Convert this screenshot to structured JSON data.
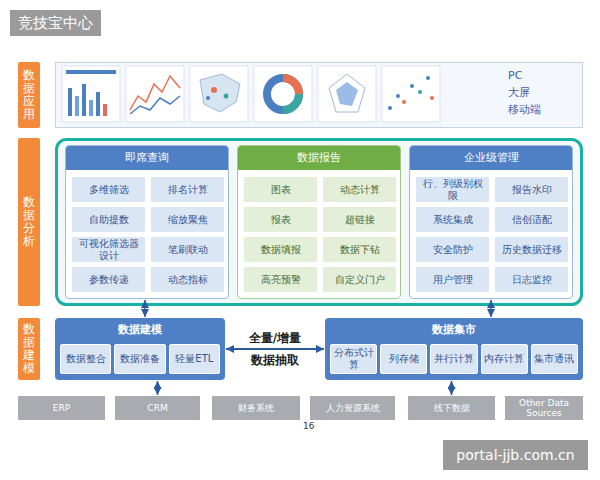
{
  "diagram": {
    "nodes": [
      {
        "text": [
          "数据应用"
        ]
      },
      {
        "text": [
          "PC",
          "大屏",
          "移动端"
        ]
      },
      {
        "text": [
          "数据分析"
        ]
      },
      {
        "text": [
          "即席查询"
        ]
      },
      {
        "text": [
          "多维筛选"
        ],
        "in": 3
      },
      {
        "text": [
          "排名计算"
        ],
        "in": 3
      },
      {
        "text": [
          "自助提数"
        ],
        "in": 3
      },
      {
        "text": [
          "缩放聚焦"
        ],
        "in": 3
      },
      {
        "text": [
          "可视化筛选器设计"
        ],
        "in": 3
      },
      {
        "text": [
          "笔刷联动"
        ],
        "in": 3
      },
      {
        "text": [
          "参数传递"
        ],
        "in": 3
      },
      {
        "text": [
          "动态指标"
        ],
        "in": 3
      },
      {
        "text": [
          "数据报告"
        ]
      },
      {
        "text": [
          "图表"
        ],
        "in": 12
      },
      {
        "text": [
          "动态计算"
        ],
        "in": 12
      },
      {
        "text": [
          "报表"
        ],
        "in": 12
      },
      {
        "text": [
          "超链接"
        ],
        "in": 12
      },
      {
        "text": [
          "数据填报"
        ],
        "in": 12
      },
      {
        "text": [
          "数据下钻"
        ],
        "in": 12
      },
      {
        "text": [
          "高亮预警"
        ],
        "in": 12
      },
      {
        "text": [
          "自定义门户"
        ],
        "in": 12
      },
      {
        "text": [
          "企业级管理"
        ]
      },
      {
        "text": [
          "行、列级别权限"
        ],
        "in": 21
      },
      {
        "text": [
          "报告水印"
        ],
        "in": 21
      },
      {
        "text": [
          "系统集成"
        ],
        "in": 21
      },
      {
        "text": [
          "信创适配"
        ],
        "in": 21
      },
      {
        "text": [
          "安全防护"
        ],
        "in": 21
      },
      {
        "text": [
          "历史数据迁移"
        ],
        "in": 21
      },
      {
        "text": [
          "用户管理"
        ],
        "in": 21
      },
      {
        "text": [
          "日志监控"
        ],
        "in": 21
      },
      {
        "text": [
          "数据建模"
        ]
      },
      {
        "text": [
          "数据建模"
        ]
      },
      {
        "text": [
          "数据整合"
        ],
        "in": 31
      },
      {
        "text": [
          "数据准备"
        ],
        "in": 31
      },
      {
        "text": [
          "轻量ETL"
        ],
        "in": 31
      },
      {
        "text": [
          "数据集市"
        ]
      },
      {
        "text": [
          "分布式计算"
        ],
        "in": 35
      },
      {
        "text": [
          "列存储"
        ],
        "in": 35
      },
      {
        "text": [
          "并行计算"
        ],
        "in": 35
      },
      {
        "text": [
          "内存计算"
        ],
        "in": 35
      },
      {
        "text": [
          "集市通讯"
        ],
        "in": 35
      },
      {
        "text": [
          "ERP"
        ]
      },
      {
        "text": [
          "CRM"
        ]
      },
      {
        "text": [
          "财务系统"
        ]
      },
      {
        "text": [
          "人力资源系统"
        ]
      },
      {
        "text": [
          "线下数据"
        ]
      },
      {
        "text": [
          "Other Data Sources"
        ]
      }
    ],
    "edges": [
      {
        "from": 3,
        "to": 31,
        "arrow": "both"
      },
      {
        "from": 21,
        "to": 35,
        "arrow": "both"
      },
      {
        "from": 31,
        "to": 35,
        "label": "全量/增量",
        "arrow": "both"
      },
      {
        "from": 31,
        "to": 42,
        "arrow": "both"
      },
      {
        "from": 35,
        "to": 45,
        "arrow": "both"
      }
    ],
    "labels": [
      "竞技宝中心",
      "数据抽取",
      "16",
      "portal-jjb.com.cn"
    ]
  }
}
